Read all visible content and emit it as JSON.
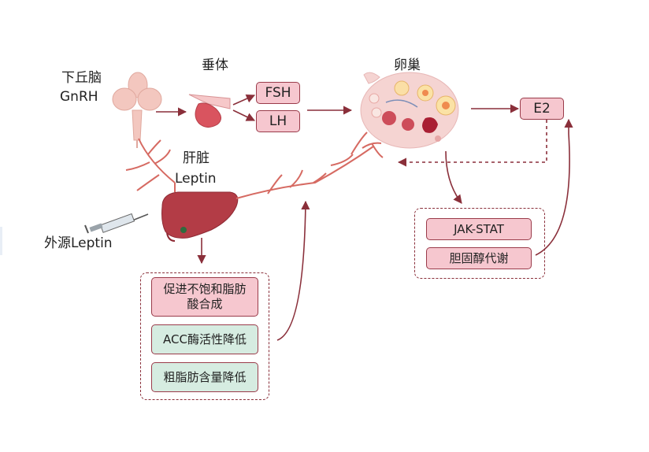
{
  "labels": {
    "hypothalamus": "下丘脑",
    "gnrh": "GnRH",
    "pituitary": "垂体",
    "ovary": "卵巢",
    "liver": "肝脏",
    "leptin": "Leptin",
    "exogenous_leptin": "外源Leptin"
  },
  "hormones": {
    "fsh": "FSH",
    "lh": "LH",
    "e2": "E2"
  },
  "ovary_pathways": [
    "JAK-STAT",
    "胆固醇代谢"
  ],
  "liver_effects": [
    "促进不饱和脂肪酸合成",
    "ACC酶活性降低",
    "粗脂肪含量降低"
  ],
  "colors": {
    "accent": "#8a2f3a",
    "pink_box": "#f6c7cf",
    "green_box": "#d6ece1"
  }
}
